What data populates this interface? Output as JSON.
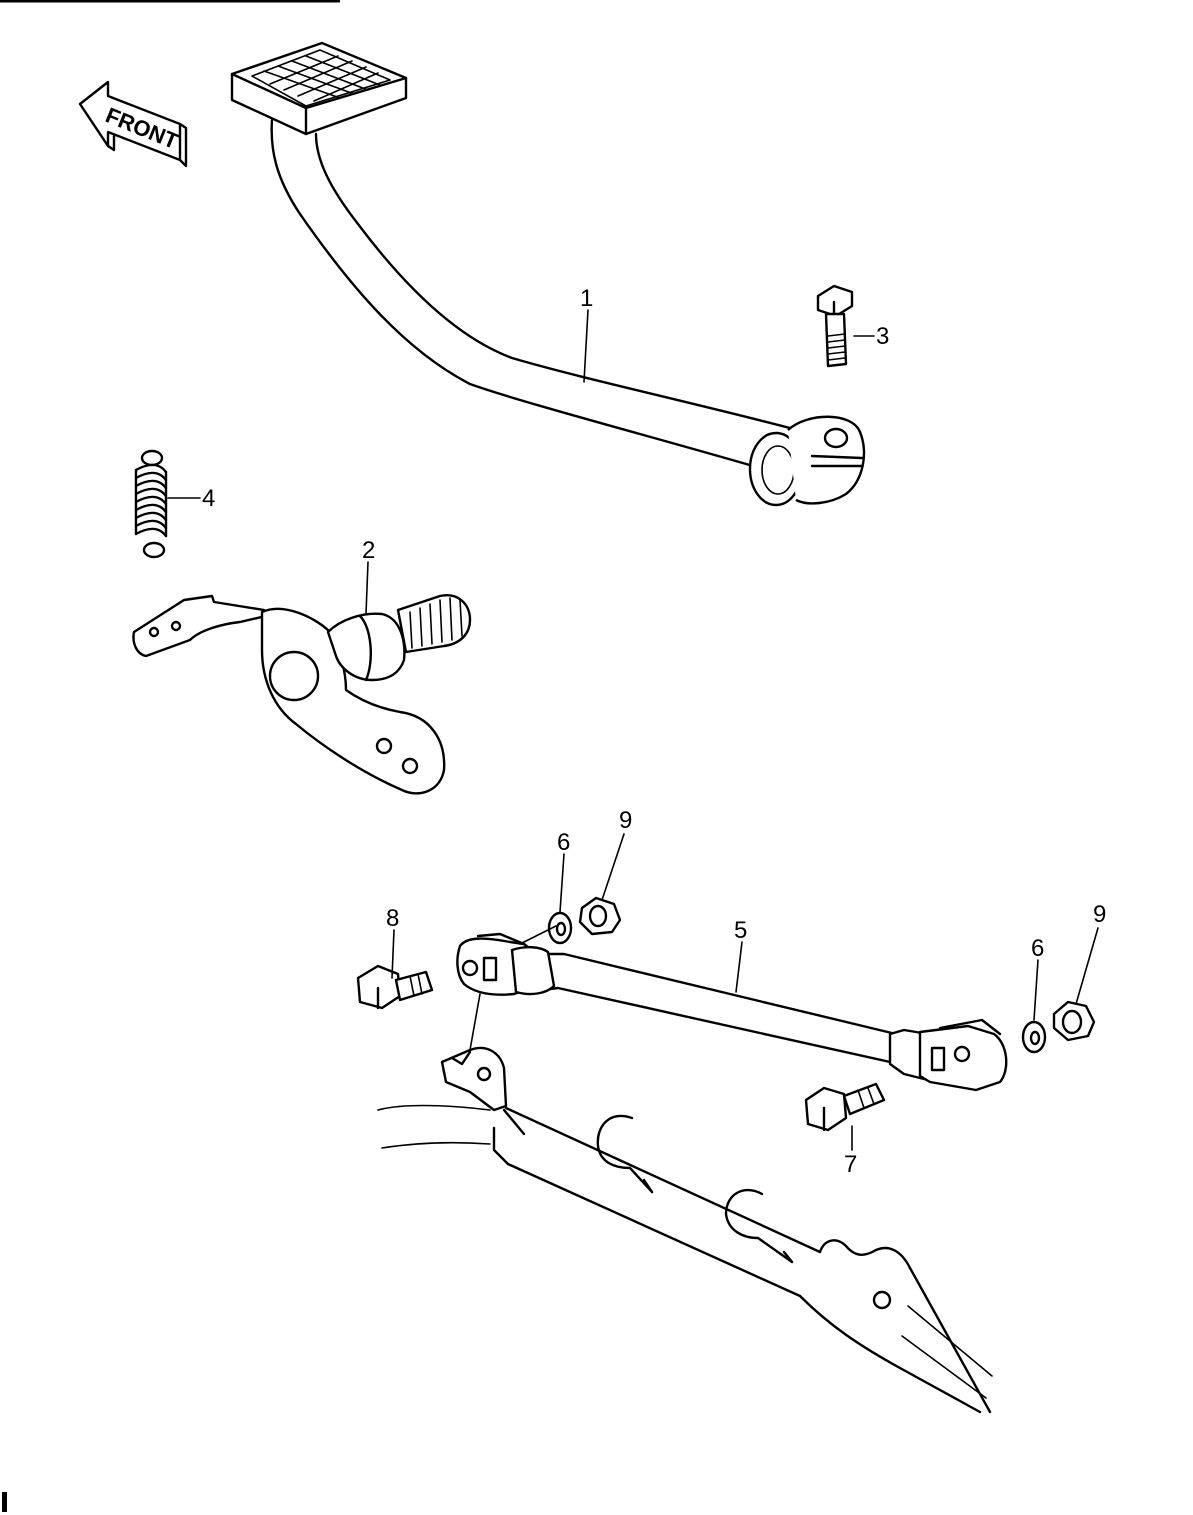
{
  "direction_label": "FRONT",
  "callouts": [
    {
      "id": "part-1",
      "text": "1"
    },
    {
      "id": "part-2",
      "text": "2"
    },
    {
      "id": "part-3",
      "text": "3"
    },
    {
      "id": "part-4",
      "text": "4"
    },
    {
      "id": "part-5",
      "text": "5"
    },
    {
      "id": "part-6a",
      "text": "6"
    },
    {
      "id": "part-6b",
      "text": "6"
    },
    {
      "id": "part-7",
      "text": "7"
    },
    {
      "id": "part-8",
      "text": "8"
    },
    {
      "id": "part-9a",
      "text": "9"
    },
    {
      "id": "part-9b",
      "text": "9"
    }
  ],
  "colors": {
    "ink": "#000000",
    "paper": "#ffffff"
  }
}
